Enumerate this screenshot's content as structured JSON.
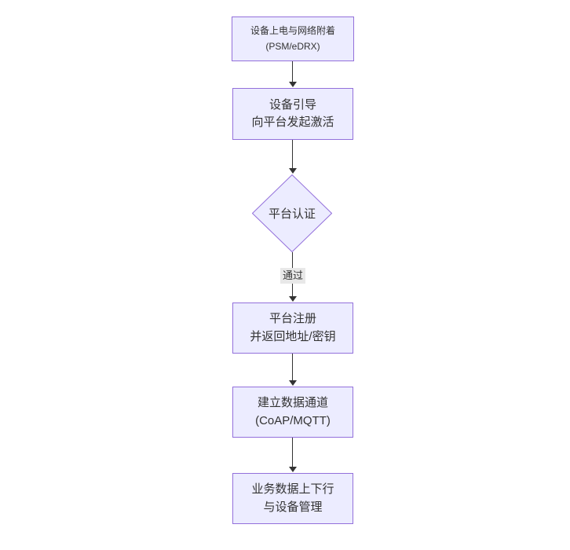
{
  "diagram": {
    "type": "flowchart",
    "direction": "top-down",
    "colors": {
      "node_fill": "#ECECFF",
      "node_border": "#9370DB",
      "edge_line": "#333333",
      "edge_label_bg": "#e8e8e8",
      "text": "#333333",
      "background": "#ffffff"
    },
    "nodes": [
      {
        "id": "power-attach",
        "shape": "rect",
        "lines": [
          "设备上电与网络附着",
          "(PSM/eDRX)"
        ]
      },
      {
        "id": "bootstrap",
        "shape": "rect",
        "lines": [
          "设备引导",
          "向平台发起激活"
        ]
      },
      {
        "id": "platform-auth",
        "shape": "diamond",
        "lines": [
          "平台认证"
        ]
      },
      {
        "id": "register",
        "shape": "rect",
        "lines": [
          "平台注册",
          "并返回地址/密钥"
        ]
      },
      {
        "id": "data-channel",
        "shape": "rect",
        "lines": [
          "建立数据通道",
          "(CoAP/MQTT)"
        ]
      },
      {
        "id": "business-data",
        "shape": "rect",
        "lines": [
          "业务数据上下行",
          "与设备管理"
        ]
      }
    ],
    "edges": [
      {
        "from": "power-attach",
        "to": "bootstrap",
        "label": ""
      },
      {
        "from": "bootstrap",
        "to": "platform-auth",
        "label": ""
      },
      {
        "from": "platform-auth",
        "to": "register",
        "label": "通过"
      },
      {
        "from": "register",
        "to": "data-channel",
        "label": ""
      },
      {
        "from": "data-channel",
        "to": "business-data",
        "label": ""
      }
    ]
  }
}
